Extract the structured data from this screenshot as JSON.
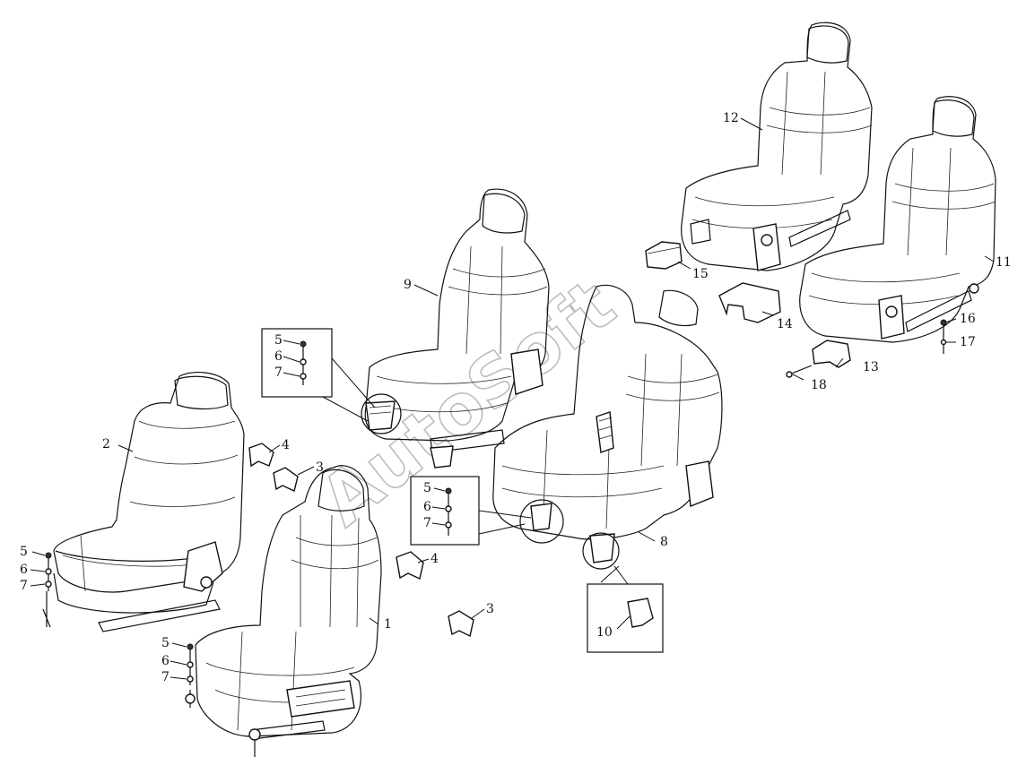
{
  "watermark": "AutoSoft",
  "colors": {
    "line": "#111111",
    "background": "#ffffff",
    "watermark": "#bdbdbd"
  },
  "callouts": {
    "c1": "1",
    "c2": "2",
    "c3a": "3",
    "c3b": "3",
    "c4a": "4",
    "c4b": "4",
    "c5a": "5",
    "c6a": "6",
    "c7a": "7",
    "c5b": "5",
    "c6b": "6",
    "c7b": "7",
    "c5c": "5",
    "c6c": "6",
    "c7c": "7",
    "c5d": "5",
    "c6d": "6",
    "c7d": "7",
    "c8": "8",
    "c9": "9",
    "c10": "10",
    "c11": "11",
    "c12": "12",
    "c13": "13",
    "c14": "14",
    "c15": "15",
    "c16": "16",
    "c17": "17",
    "c18": "18"
  }
}
